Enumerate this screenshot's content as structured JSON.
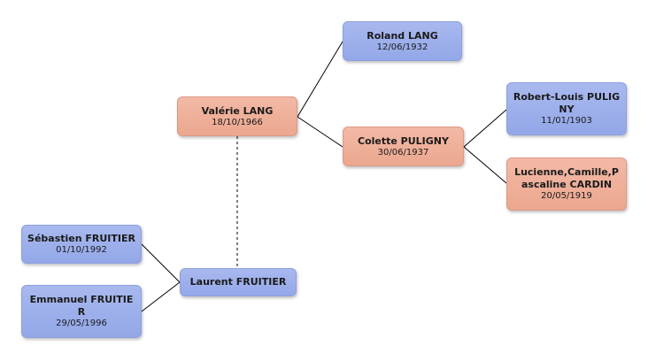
{
  "nodes": {
    "valerie": {
      "name": "Valérie LANG",
      "date": "18/10/1966"
    },
    "roland": {
      "name": "Roland LANG",
      "date": "12/06/1932"
    },
    "colette": {
      "name": "Colette PULIGNY",
      "date": "30/06/1937"
    },
    "robert": {
      "name": "Robert-Louis PULIGNY",
      "date": "11/01/1903"
    },
    "lucienne": {
      "name": "Lucienne,Camille,Pascaline CARDIN",
      "date": "20/05/1919"
    },
    "laurent": {
      "name": "Laurent FRUITIER",
      "date": ""
    },
    "sebastien": {
      "name": "Sébastien FRUITIER",
      "date": "01/10/1992"
    },
    "emmanuel": {
      "name": "Emmanuel FRUITIER",
      "date": "29/05/1996"
    }
  },
  "colors": {
    "blue_node": "#9cafeb",
    "salmon_node": "#efb09a",
    "line": "#000000",
    "dotted_line": "#555555"
  }
}
